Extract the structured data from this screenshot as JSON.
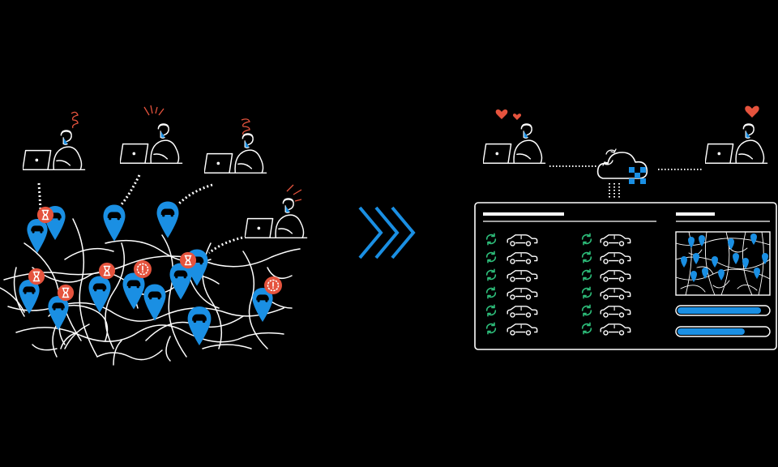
{
  "colors": {
    "background": "#000000",
    "line": "#ffffff",
    "accent_blue": "#1a8fe3",
    "alert_red": "#e5533d",
    "sync_green": "#2dbd7a"
  },
  "illustration": {
    "before": {
      "users_count_shown": 4,
      "pins_count_shown": 14,
      "alert_badges": [
        "hourglass-icon",
        "hourglass-icon",
        "hourglass-icon",
        "hourglass-icon",
        "hourglass-icon",
        "clock-alert-icon",
        "clock-alert-icon"
      ]
    },
    "transition": {
      "icon": "triple-chevron-right-icon"
    },
    "after": {
      "users_count_shown": 2,
      "hub_icon": "cloud-sync-icon",
      "dashboard": {
        "list_columns": 2,
        "rows_per_column": 6,
        "row_icons": [
          "sync-icon",
          "car-icon"
        ],
        "map_pins_count_shown": 14,
        "progress_bars": [
          0.92,
          0.74
        ]
      }
    }
  }
}
